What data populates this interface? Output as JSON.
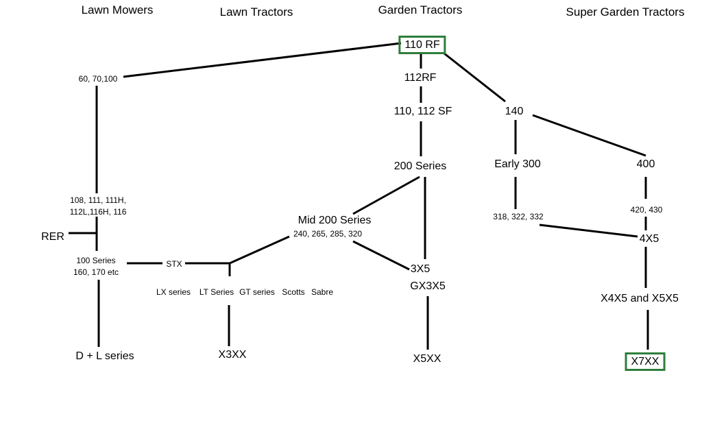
{
  "colors": {
    "line": "#000000",
    "highlight_border": "#2e7d3a",
    "background": "#ffffff"
  },
  "headers": {
    "lawn_mowers": "Lawn Mowers",
    "lawn_tractors": "Lawn Tractors",
    "garden_tractors": "Garden Tractors",
    "super_garden_tractors": "Super Garden Tractors"
  },
  "nodes": {
    "n110rf": "110 RF",
    "n112rf": "112RF",
    "n110_112sf": "110, 112 SF",
    "n200series": "200 Series",
    "nmid200": "Mid 200 Series",
    "nmid200_models": "240, 265, 285, 320",
    "n3x5": "3X5",
    "ngx3x5": "GX3X5",
    "nx5xx": "X5XX",
    "n140": "140",
    "nearly300": "Early 300",
    "n318": "318, 322, 332",
    "n400": "400",
    "n420": "420, 430",
    "n4x5": "4X5",
    "nx4x5": "X4X5 and X5X5",
    "nx7xx": "X7XX",
    "n60_70_100": "60, 70,100",
    "n108_line1": "108, 111, 111H,",
    "n108_line2": "112L,116H, 116",
    "nrer": "RER",
    "n100series": "100 Series",
    "n160_170": "160, 170 etc",
    "ndl": "D + L series",
    "nstx": "STX",
    "nlx": "LX series",
    "nlt": "LT Series",
    "ngt": "GT series",
    "nscotts": "Scotts",
    "nsabre": "Sabre",
    "nx3xx": "X3XX"
  }
}
